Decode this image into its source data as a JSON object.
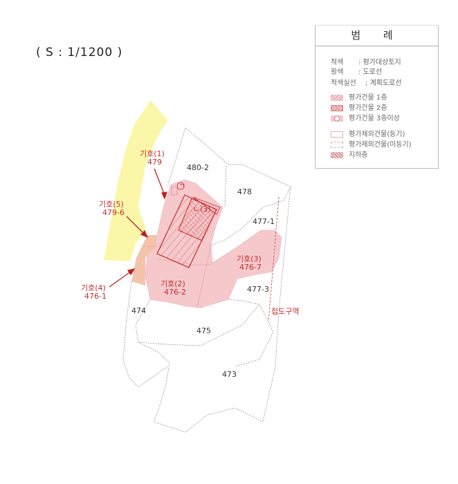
{
  "scale": "( S : 1/1200 )",
  "legend": {
    "title": "범 례",
    "color_rows": [
      {
        "key": "적색",
        "sep": ":",
        "value": "평가대상토지"
      },
      {
        "key": "황색",
        "sep": ":",
        "value": "도로선"
      },
      {
        "key": "적색실선",
        "sep": ";",
        "value": "계획도로선"
      }
    ],
    "symbol_rows": [
      {
        "label": "평가건물 1층",
        "icon": "diagonal-hatch"
      },
      {
        "label": "평가건물 2층",
        "icon": "cross-hatch"
      },
      {
        "label": "평가건물 3층이상",
        "icon": "circle-hatch"
      },
      {
        "label": "평가제외건물(등기)",
        "icon": "solid-outline"
      },
      {
        "label": "평가제외건물(미등기)",
        "icon": "dashed-outline"
      },
      {
        "label": "지하층",
        "icon": "underground-hatch"
      }
    ]
  },
  "colors": {
    "subject_land": "#f5c9cc",
    "road": "#fbf7a8",
    "plan_line": "#c62a2a",
    "orange_parcel": "#f3c4aa"
  },
  "parcels": [
    "480-2",
    "478",
    "477-1",
    "477-3",
    "474",
    "475",
    "473"
  ],
  "subjects": [
    {
      "name": "기호(1)",
      "lot": "479"
    },
    {
      "name": "기호(2)",
      "lot": "476-2"
    },
    {
      "name": "기호(3)",
      "lot": "476-7"
    },
    {
      "name": "기호(4)",
      "lot": "476-1"
    },
    {
      "name": "기호(5)",
      "lot": "479-6"
    }
  ],
  "building_marks": [
    "ㄱ",
    "ㄴ(3)"
  ],
  "zone_label": "접도구역"
}
